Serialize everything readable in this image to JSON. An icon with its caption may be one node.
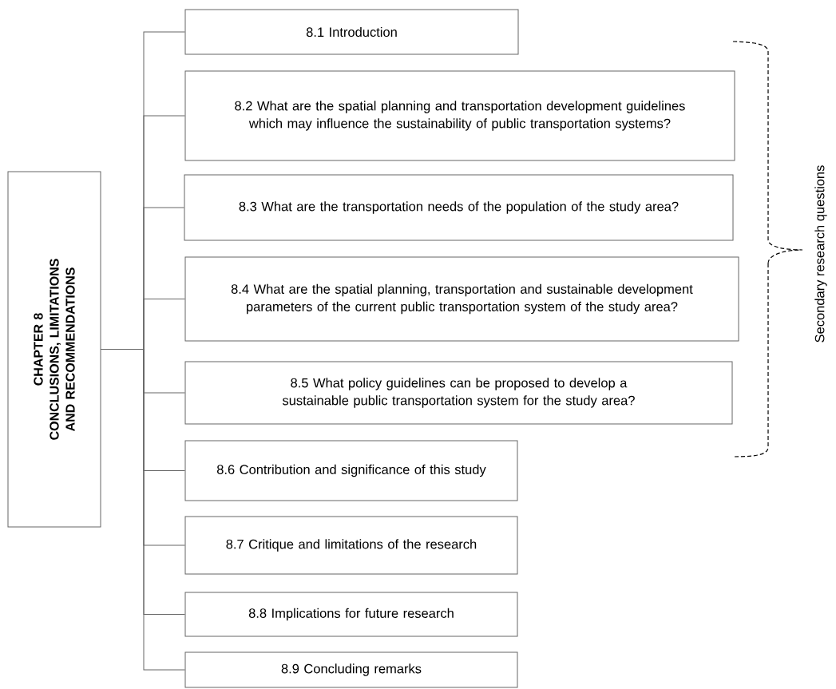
{
  "diagram": {
    "nodes": [
      {
        "text": [
          "CHAPTER 8",
          "CONCLUSIONS, LIMITATIONS AND RECOMMENDATIONS"
        ]
      },
      {
        "text": [
          "8.1 Introduction"
        ]
      },
      {
        "text": [
          "8.2 What are the spatial planning and transportation development guidelines which may influence the sustainability of public transportation systems?"
        ]
      },
      {
        "text": [
          "8.3 What are the transportation needs of the population of the study area?"
        ]
      },
      {
        "text": [
          "8.4 What are the spatial planning, transportation and sustainable development parameters of the current public transportation system of the study area?"
        ]
      },
      {
        "text": [
          "8.5 What policy guidelines can be proposed to develop a sustainable public transportation system for the study area?"
        ]
      },
      {
        "text": [
          "8.6 Contribution and significance of this study"
        ]
      },
      {
        "text": [
          "8.7 Critique and limitations of the research"
        ]
      },
      {
        "text": [
          "8.8 Implications for future research"
        ]
      },
      {
        "text": [
          "8.9 Concluding remarks"
        ]
      }
    ],
    "edges": [
      {
        "from": 0,
        "to": 1,
        "arrow": "none"
      },
      {
        "from": 0,
        "to": 2,
        "arrow": "none"
      },
      {
        "from": 0,
        "to": 3,
        "arrow": "none"
      },
      {
        "from": 0,
        "to": 4,
        "arrow": "none"
      },
      {
        "from": 0,
        "to": 5,
        "arrow": "none"
      },
      {
        "from": 0,
        "to": 6,
        "arrow": "none"
      },
      {
        "from": 0,
        "to": 7,
        "arrow": "none"
      },
      {
        "from": 0,
        "to": 8,
        "arrow": "none"
      },
      {
        "from": 0,
        "to": 9,
        "arrow": "none"
      }
    ],
    "labels": [
      "Secondary research questions"
    ]
  }
}
